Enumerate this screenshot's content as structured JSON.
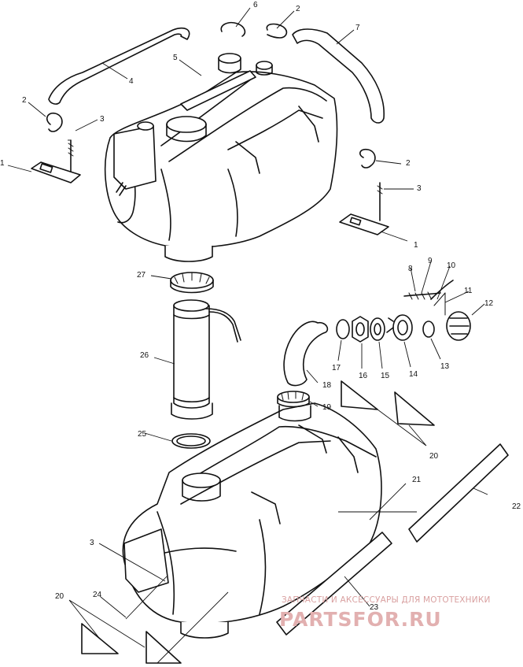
{
  "callouts": {
    "l6": "6",
    "l2a": "2",
    "l7": "7",
    "l4": "4",
    "l5": "5",
    "l2b": "2",
    "l3a": "3",
    "l1a": "1",
    "l2c": "2",
    "l3b": "3",
    "l1b": "1",
    "l8": "8",
    "l9": "9",
    "l10": "10",
    "l11": "11",
    "l12": "12",
    "l27": "27",
    "l26": "26",
    "l17": "17",
    "l16": "16",
    "l15": "15",
    "l14": "14",
    "l13": "13",
    "l18": "18",
    "l19": "19",
    "l25": "25",
    "l20a": "20",
    "l21": "21",
    "l22": "22",
    "l3c": "3",
    "l23": "23",
    "l20b": "20",
    "l24": "24"
  },
  "watermark": {
    "tagline": "ЗАПЧАСТИ И АКСЕССУАРЫ ДЛЯ МОТОТЕХНИКИ",
    "brand": "PARTSFOR.RU"
  }
}
